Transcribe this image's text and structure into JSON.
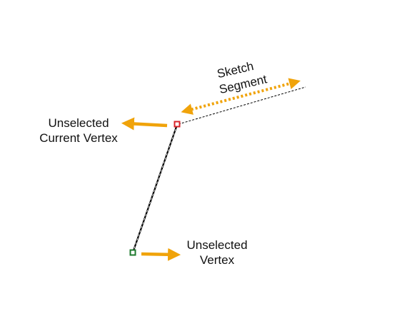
{
  "labels": {
    "sketch_segment_line1": "Sketch",
    "sketch_segment_line2": "Segment",
    "current_vertex_line1": "Unselected",
    "current_vertex_line2": "Current Vertex",
    "vertex_line1": "Unselected",
    "vertex_line2": "Vertex"
  },
  "colors": {
    "arrow": "#f0a30a",
    "current_vertex": "#d8232a",
    "vertex": "#1e7a2e",
    "segment": "#000000",
    "background": "#ffffff"
  }
}
